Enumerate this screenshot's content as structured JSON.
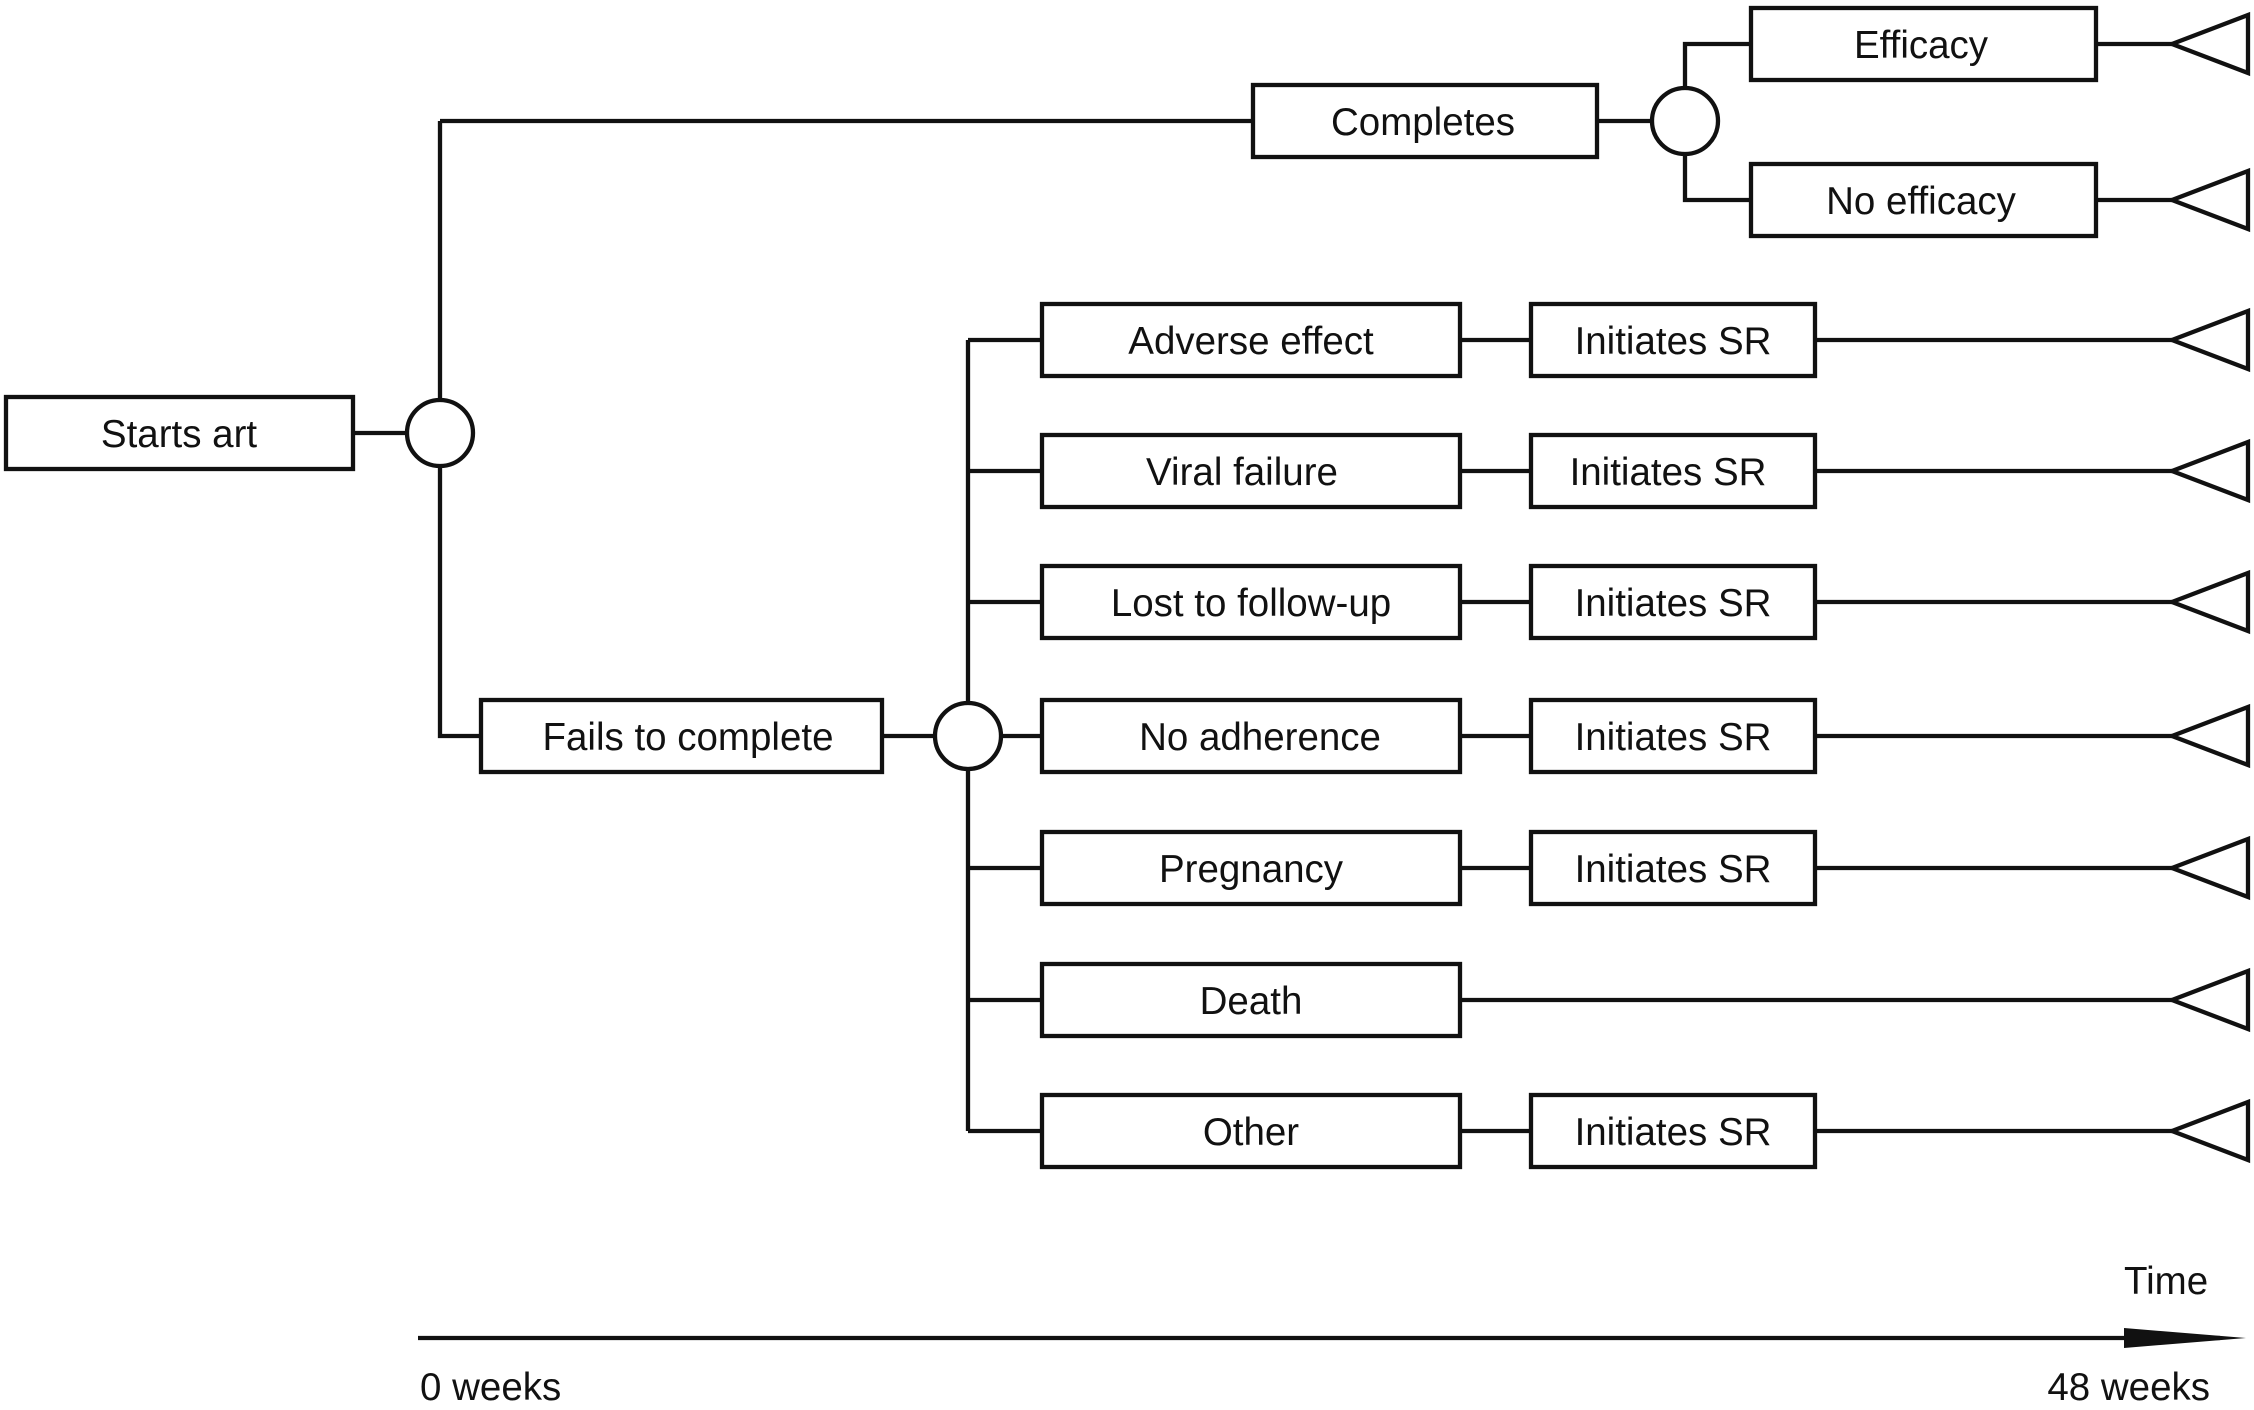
{
  "root": {
    "label": "Starts art"
  },
  "completes": {
    "label": "Completes",
    "outcomes": [
      {
        "label": "Efficacy"
      },
      {
        "label": "No efficacy"
      }
    ]
  },
  "fails": {
    "label": "Fails to complete",
    "reasons": [
      {
        "label": "Adverse effect",
        "next": "Initiates SR"
      },
      {
        "label": "Viral failure",
        "next": "Initiates SR"
      },
      {
        "label": "Lost to follow-up",
        "next": "Initiates SR"
      },
      {
        "label": "No adherence",
        "next": "Initiates SR"
      },
      {
        "label": "Pregnancy",
        "next": "Initiates SR"
      },
      {
        "label": "Death",
        "next": null
      },
      {
        "label": "Other",
        "next": "Initiates SR"
      }
    ]
  },
  "timeline": {
    "label": "Time",
    "start": "0 weeks",
    "end": "48 weeks"
  }
}
